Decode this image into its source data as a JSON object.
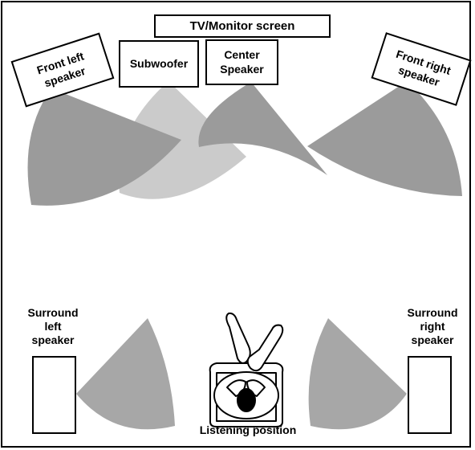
{
  "diagram": {
    "screen": {
      "label": "TV/Monitor screen"
    },
    "speakers": {
      "front_left": {
        "line1": "Front left",
        "line2": "speaker"
      },
      "subwoofer": {
        "label": "Subwoofer"
      },
      "center": {
        "line1": "Center",
        "line2": "Speaker"
      },
      "front_right": {
        "line1": "Front right",
        "line2": "speaker"
      },
      "surround_left": {
        "line1": "Surround",
        "line2": "left",
        "line3": "speaker"
      },
      "surround_right": {
        "line1": "Surround",
        "line2": "right",
        "line3": "speaker"
      }
    },
    "listener": {
      "label": "Listening position"
    },
    "colors": {
      "front_wedges": "#9b9b9b",
      "subwoofer_wedge": "#cbcbcb",
      "surround_wedges": "#a7a7a7",
      "outline": "#000000",
      "background": "#ffffff"
    }
  }
}
